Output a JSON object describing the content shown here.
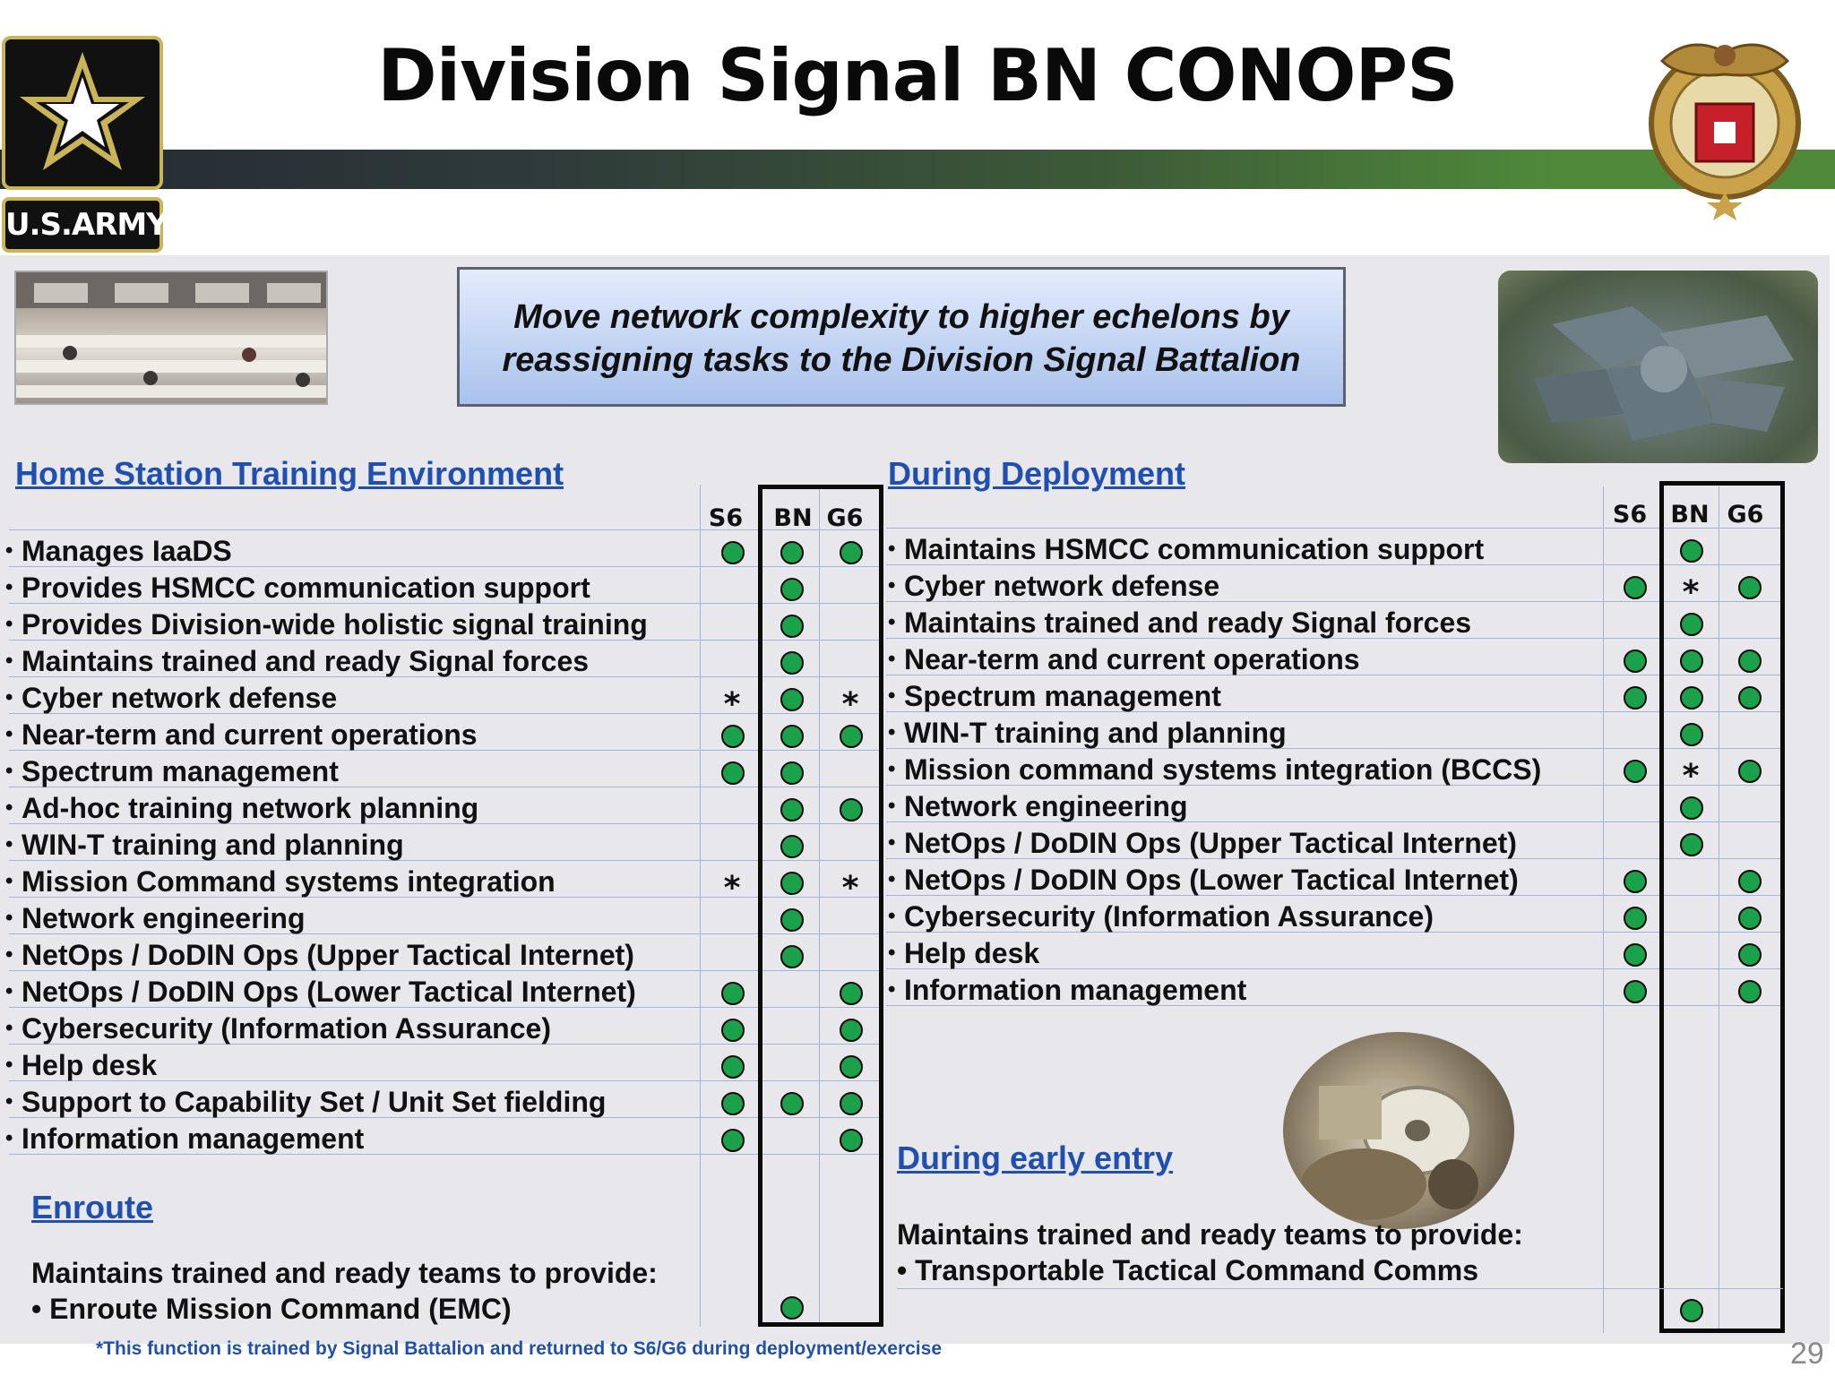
{
  "header": {
    "title": "Division Signal BN CONOPS",
    "army_logo_text": "U.S.ARMY"
  },
  "callout": {
    "line1": "Move network complexity to higher echelons by",
    "line2": "reassigning tasks to the Division Signal Battalion"
  },
  "columns": [
    "S6",
    "BN",
    "G6"
  ],
  "home_station": {
    "title": "Home Station Training Environment",
    "items": [
      {
        "label": "Manages IaaDS",
        "marks": [
          "dot",
          "dot",
          "dot"
        ]
      },
      {
        "label": "Provides HSMCC communication support",
        "marks": [
          "",
          "dot",
          ""
        ]
      },
      {
        "label": "Provides Division-wide holistic signal training",
        "marks": [
          "",
          "dot",
          ""
        ]
      },
      {
        "label": "Maintains trained and ready Signal forces",
        "marks": [
          "",
          "dot",
          ""
        ]
      },
      {
        "label": "Cyber network defense",
        "marks": [
          "star",
          "dot",
          "star"
        ]
      },
      {
        "label": "Near-term and current operations",
        "marks": [
          "dot",
          "dot",
          "dot"
        ]
      },
      {
        "label": "Spectrum management",
        "marks": [
          "dot",
          "dot",
          ""
        ]
      },
      {
        "label": "Ad-hoc training network planning",
        "marks": [
          "",
          "dot",
          "dot"
        ]
      },
      {
        "label": "WIN-T training and planning",
        "marks": [
          "",
          "dot",
          ""
        ]
      },
      {
        "label": "Mission Command systems integration",
        "marks": [
          "star",
          "dot",
          "star"
        ]
      },
      {
        "label": "Network engineering",
        "marks": [
          "",
          "dot",
          ""
        ]
      },
      {
        "label": "NetOps / DoDIN Ops (Upper Tactical Internet)",
        "marks": [
          "",
          "dot",
          ""
        ]
      },
      {
        "label": "NetOps / DoDIN Ops (Lower Tactical Internet)",
        "marks": [
          "dot",
          "",
          "dot"
        ]
      },
      {
        "label": "Cybersecurity (Information Assurance)",
        "marks": [
          "dot",
          "",
          "dot"
        ]
      },
      {
        "label": "Help desk",
        "marks": [
          "dot",
          "",
          "dot"
        ]
      },
      {
        "label": "Support to Capability Set / Unit Set fielding",
        "marks": [
          "dot",
          "dot",
          "dot"
        ]
      },
      {
        "label": "Information management",
        "marks": [
          "dot",
          "",
          "dot"
        ]
      }
    ]
  },
  "enroute": {
    "title": "Enroute",
    "intro": "Maintains trained and ready teams to provide:",
    "item": "Enroute Mission Command (EMC)",
    "marks": [
      "",
      "dot",
      ""
    ]
  },
  "deployment": {
    "title": "During Deployment",
    "items": [
      {
        "label": "Maintains HSMCC communication support",
        "marks": [
          "",
          "dot",
          ""
        ]
      },
      {
        "label": "Cyber network defense",
        "marks": [
          "dot",
          "star",
          "dot"
        ]
      },
      {
        "label": "Maintains trained and ready Signal forces",
        "marks": [
          "",
          "dot",
          ""
        ]
      },
      {
        "label": "Near-term and current operations",
        "marks": [
          "dot",
          "dot",
          "dot"
        ]
      },
      {
        "label": "Spectrum management",
        "marks": [
          "dot",
          "dot",
          "dot"
        ]
      },
      {
        "label": "WIN-T training and planning",
        "marks": [
          "",
          "dot",
          ""
        ]
      },
      {
        "label": "Mission command systems integration (BCCS)",
        "marks": [
          "dot",
          "star",
          "dot"
        ]
      },
      {
        "label": "Network engineering",
        "marks": [
          "",
          "dot",
          ""
        ]
      },
      {
        "label": "NetOps / DoDIN Ops (Upper Tactical Internet)",
        "marks": [
          "",
          "dot",
          ""
        ]
      },
      {
        "label": "NetOps / DoDIN Ops (Lower Tactical Internet)",
        "marks": [
          "dot",
          "",
          "dot"
        ]
      },
      {
        "label": "Cybersecurity (Information Assurance)",
        "marks": [
          "dot",
          "",
          "dot"
        ]
      },
      {
        "label": "Help desk",
        "marks": [
          "dot",
          "",
          "dot"
        ]
      },
      {
        "label": "Information management",
        "marks": [
          "dot",
          "",
          "dot"
        ]
      }
    ]
  },
  "early_entry": {
    "title": "During early entry",
    "intro": "Maintains trained and ready teams to provide:",
    "item": "Transportable Tactical Command Comms",
    "marks": [
      "",
      "dot",
      ""
    ]
  },
  "symbols": {
    "star": "*",
    "bullet": "•"
  },
  "footnote": "*This function is trained by Signal Battalion and returned to S6/G6 during deployment/exercise",
  "page_number": "29",
  "colors": {
    "dot_fill": "#1aa14a",
    "section_title": "#1f4fb0",
    "bar_start": "#232a33",
    "bar_end": "#4f8a3a"
  }
}
